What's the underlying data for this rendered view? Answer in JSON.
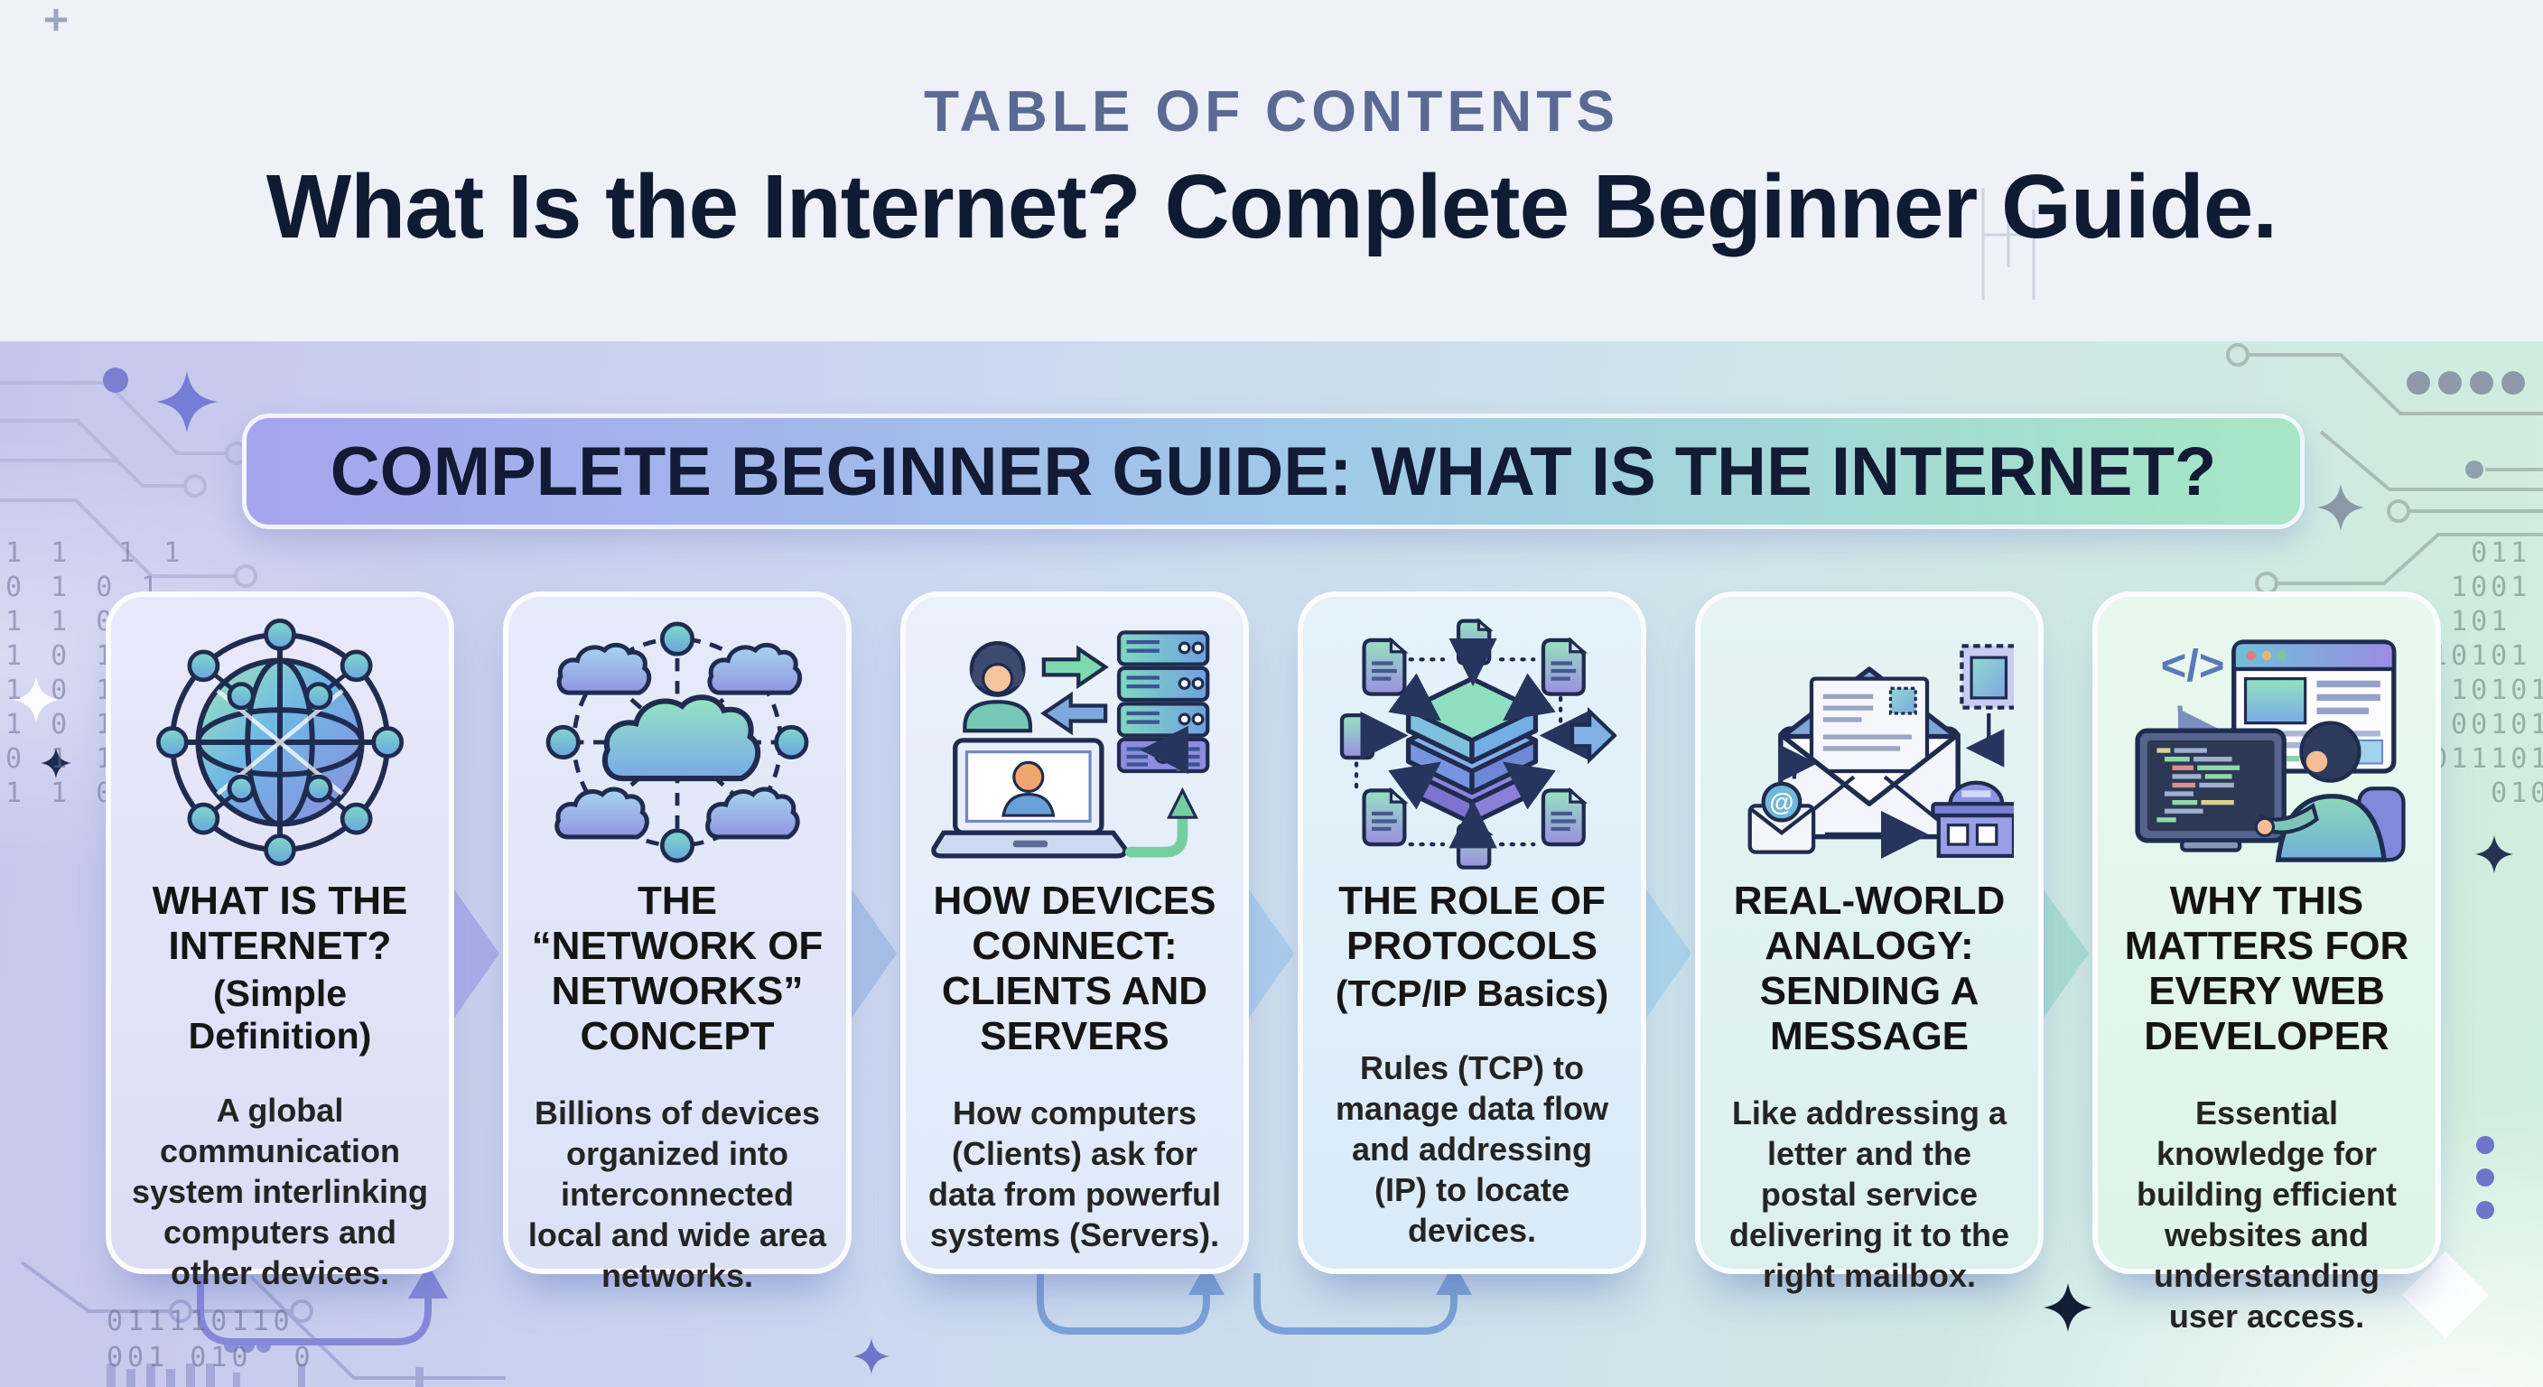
{
  "header": {
    "eyebrow": "TABLE OF CONTENTS",
    "title": "What Is the Internet? Complete Beginner Guide."
  },
  "banner": {
    "label": "COMPLETE BEGINNER GUIDE: WHAT IS THE INTERNET?"
  },
  "cards": [
    {
      "icon": "globe-network-icon",
      "title": "WHAT IS THE INTERNET?",
      "subtitle": "(Simple Definition)",
      "body": "A global communication system interlinking computers and other devices."
    },
    {
      "icon": "cloud-network-icon",
      "title": "THE “NETWORK OF NETWORKS” CONCEPT",
      "subtitle": "",
      "body": "Billions of devices organized into interconnected local and wide area networks."
    },
    {
      "icon": "client-server-icon",
      "title": "HOW DEVICES CONNECT: CLIENTS AND SERVERS",
      "subtitle": "",
      "body": "How computers (Clients) ask for data from powerful systems (Servers)."
    },
    {
      "icon": "protocol-stack-icon",
      "title": "THE ROLE OF PROTOCOLS",
      "subtitle": "(TCP/IP Basics)",
      "body": "Rules (TCP) to manage data flow and addressing (IP) to locate devices."
    },
    {
      "icon": "mail-delivery-icon",
      "title": "REAL-WORLD ANALOGY: SENDING A MESSAGE",
      "subtitle": "",
      "body": "Like addressing a letter and the postal service delivering it to the right mailbox.",
      "icon_text": "@"
    },
    {
      "icon": "web-developer-icon",
      "title": "WHY THIS MATTERS FOR EVERY WEB DEVELOPER",
      "subtitle": "",
      "body": "Essential knowledge for building efficient websites and understanding user access.",
      "icon_text": "</>"
    }
  ],
  "decorations": {
    "binary_left": "1 1  1 1\n0 1 0 1\n1 1 0 0 1\n1 0 1 1 0\n1 0 1 0 0\n1 0 1 0 1\n0 1 1 0 1 0\n1 1 0 1 0 1",
    "binary_bottom_left": "011110110\n001 010  0",
    "binary_right": "  011\n 1001\n 101\n10101 1\n 1010101\n 001011\n011101\n   0101",
    "accent_purple": "#8588da",
    "accent_blue": "#7ba2d8",
    "banner_gradient": "#a5a4ee → #a0c9e9 → #a6e7c5"
  }
}
